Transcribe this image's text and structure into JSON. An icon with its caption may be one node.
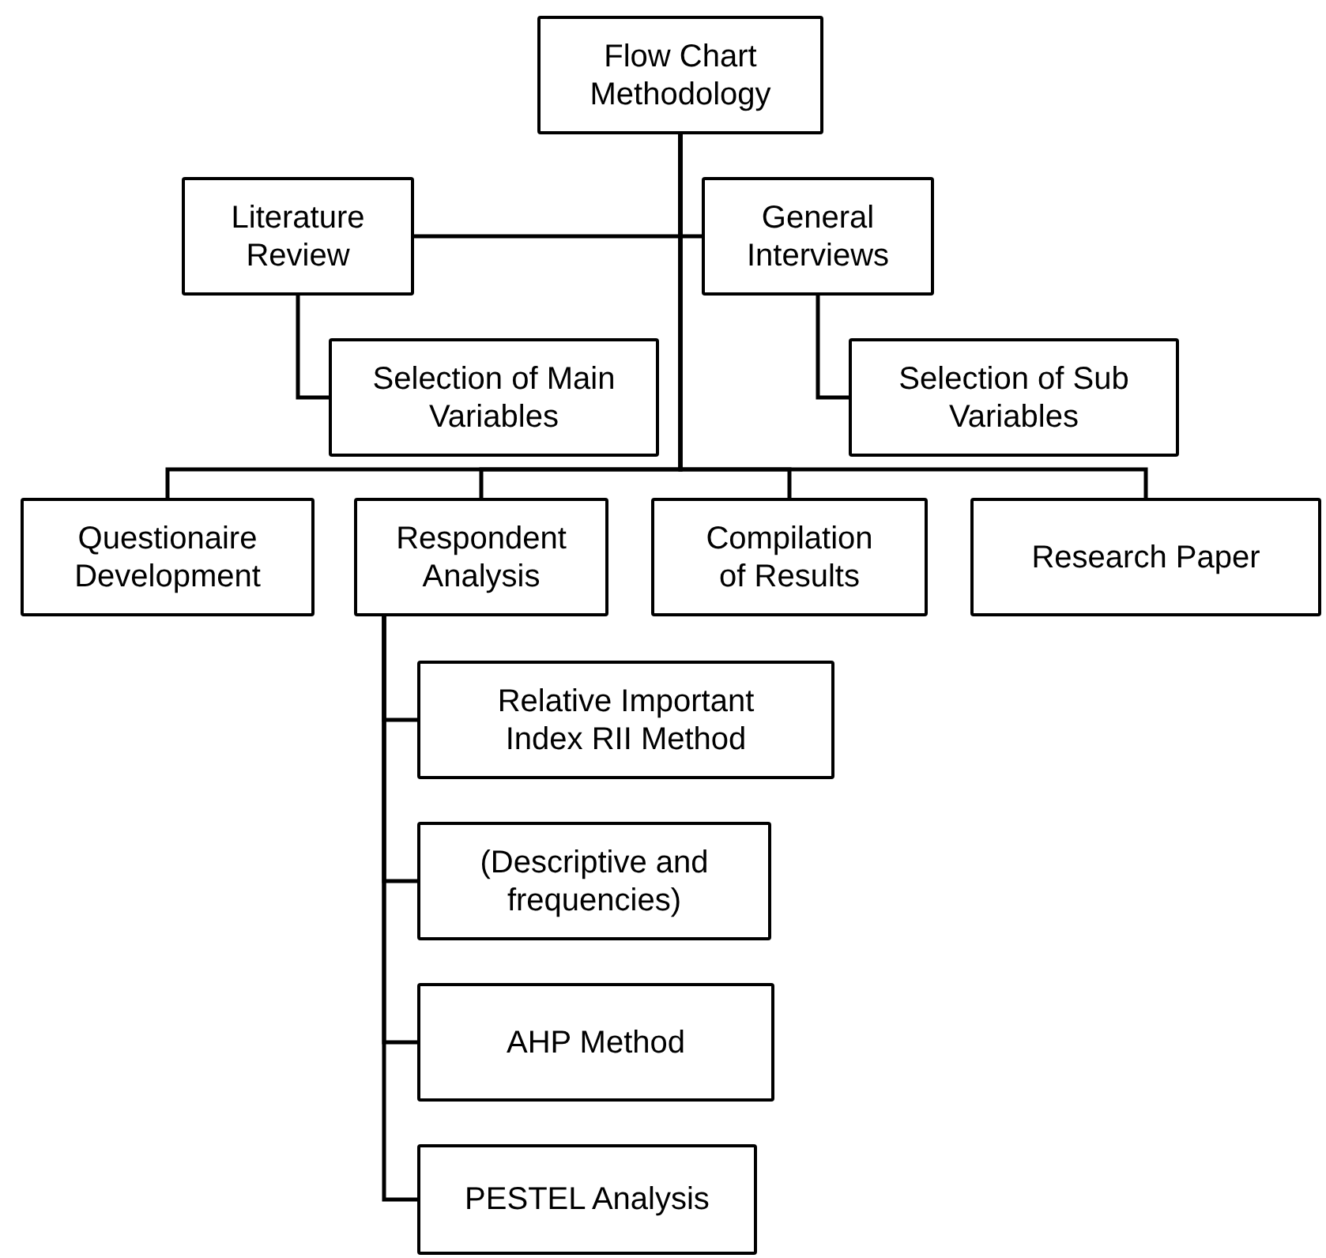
{
  "diagram": {
    "nodes": [
      {
        "text": [
          "Flow Chart Methodology"
        ]
      },
      {
        "text": [
          "Literature Review"
        ]
      },
      {
        "text": [
          "General Interviews"
        ]
      },
      {
        "text": [
          "Selection of Main Variables"
        ]
      },
      {
        "text": [
          "Selection of Sub Variables"
        ]
      },
      {
        "text": [
          "Questionaire Development"
        ]
      },
      {
        "text": [
          "Respondent Analysis"
        ]
      },
      {
        "text": [
          "Compilation of Results"
        ]
      },
      {
        "text": [
          "Research Paper"
        ]
      },
      {
        "text": [
          "Relative Important Index RII Method"
        ]
      },
      {
        "text": [
          "(Descriptive and frequencies)"
        ]
      },
      {
        "text": [
          "AHP Method"
        ]
      },
      {
        "text": [
          "PESTEL Analysis"
        ]
      }
    ],
    "edges": [
      {
        "from": 0,
        "to": 1,
        "arrow": "none"
      },
      {
        "from": 0,
        "to": 2,
        "arrow": "none"
      },
      {
        "from": 1,
        "to": 3,
        "arrow": "none"
      },
      {
        "from": 2,
        "to": 4,
        "arrow": "none"
      },
      {
        "from": 0,
        "to": 5,
        "arrow": "none"
      },
      {
        "from": 0,
        "to": 6,
        "arrow": "none"
      },
      {
        "from": 0,
        "to": 7,
        "arrow": "none"
      },
      {
        "from": 0,
        "to": 8,
        "arrow": "none"
      },
      {
        "from": 6,
        "to": 9,
        "arrow": "none"
      },
      {
        "from": 6,
        "to": 10,
        "arrow": "none"
      },
      {
        "from": 6,
        "to": 11,
        "arrow": "none"
      },
      {
        "from": 6,
        "to": 12,
        "arrow": "none"
      }
    ]
  }
}
